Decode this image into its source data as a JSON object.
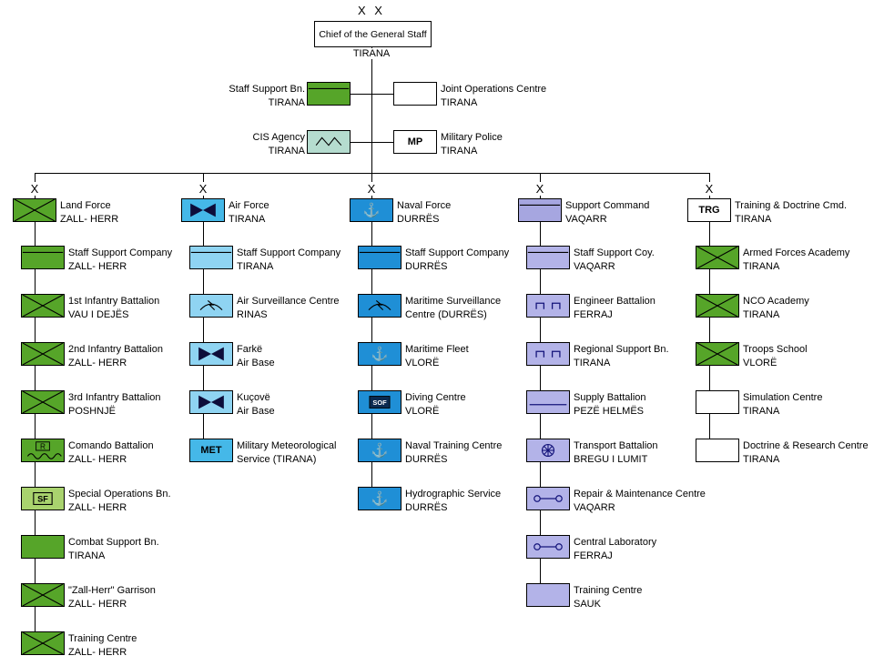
{
  "root": {
    "echelon": "X X",
    "name": "Chief of the General Staff",
    "loc": "TIRANA"
  },
  "level2": [
    {
      "name": "Staff Support Bn.",
      "loc": "TIRANA",
      "side": "left",
      "color": "#56a529",
      "symbol": "staff-bar"
    },
    {
      "name": "Joint Operations Centre",
      "loc": "TIRANA",
      "side": "right",
      "color": "#ffffff",
      "symbol": "plain"
    },
    {
      "name": "CIS Agency",
      "loc": "TIRANA",
      "side": "left",
      "color": "#b5dccf",
      "symbol": "zigzag"
    },
    {
      "name": "Military Police",
      "loc": "TIRANA",
      "side": "right",
      "color": "#ffffff",
      "symbol": "label",
      "text": "MP"
    }
  ],
  "columns": [
    {
      "echelon": "X",
      "header": {
        "name": "Land Force",
        "loc": "ZALL- HERR",
        "color": "#56a529",
        "symbol": "x-diagonals"
      },
      "units": [
        {
          "name": "Staff Support Company",
          "loc": "ZALL- HERR",
          "color": "#56a529",
          "symbol": "staff-bar"
        },
        {
          "name": "1st Infantry Battalion",
          "loc": "VAU I DEJËS",
          "color": "#56a529",
          "symbol": "x-diagonals"
        },
        {
          "name": "2nd Infantry Battalion",
          "loc": "ZALL- HERR",
          "color": "#56a529",
          "symbol": "x-diagonals"
        },
        {
          "name": "3rd Infantry Battalion",
          "loc": "POSHNJË",
          "color": "#56a529",
          "symbol": "x-diagonals"
        },
        {
          "name": "Comando Battalion",
          "loc": "ZALL- HERR",
          "color": "#56a529",
          "symbol": "commando"
        },
        {
          "name": "Special Operations Bn.",
          "loc": "ZALL- HERR",
          "color": "#a9d36e",
          "symbol": "sf-badge"
        },
        {
          "name": "Combat Support Bn.",
          "loc": "TIRANA",
          "color": "#56a529",
          "symbol": "plain"
        },
        {
          "name": "\"Zall-Herr\" Garrison",
          "loc": "ZALL- HERR",
          "color": "#56a529",
          "symbol": "x-diagonals"
        },
        {
          "name": "Training Centre",
          "loc": "ZALL- HERR",
          "color": "#56a529",
          "symbol": "x-diagonals"
        }
      ]
    },
    {
      "echelon": "X",
      "header": {
        "name": "Air Force",
        "loc": "TIRANA",
        "color": "#45b8e8",
        "symbol": "bowtie"
      },
      "units": [
        {
          "name": "Staff Support Company",
          "loc": "TIRANA",
          "color": "#8fd4f2",
          "symbol": "staff-bar"
        },
        {
          "name": "Air Surveillance Centre",
          "loc": "RINAS",
          "color": "#8fd4f2",
          "symbol": "radar"
        },
        {
          "name": "Farkë",
          "loc": "Air Base",
          "color": "#8fd4f2",
          "symbol": "bowtie"
        },
        {
          "name": "Kuçovë",
          "loc": "Air Base",
          "color": "#8fd4f2",
          "symbol": "bowtie"
        },
        {
          "name": "Military Meteorological",
          "loc": "Service (TIRANA)",
          "color": "#45b8e8",
          "symbol": "label",
          "text": "MET"
        }
      ]
    },
    {
      "echelon": "X",
      "header": {
        "name": "Naval Force",
        "loc": "DURRËS",
        "color": "#1f8fd6",
        "symbol": "anchor"
      },
      "units": [
        {
          "name": "Staff Support Company",
          "loc": "DURRËS",
          "color": "#1f8fd6",
          "symbol": "staff-bar"
        },
        {
          "name": "Maritime Surveillance",
          "loc": "Centre (DURRËS)",
          "color": "#1f8fd6",
          "symbol": "radar"
        },
        {
          "name": "Maritime Fleet",
          "loc": "VLORË",
          "color": "#1f8fd6",
          "symbol": "anchor"
        },
        {
          "name": "Diving Centre",
          "loc": "VLORË",
          "color": "#1f8fd6",
          "symbol": "sof-badge"
        },
        {
          "name": "Naval Training Centre",
          "loc": "DURRËS",
          "color": "#1f8fd6",
          "symbol": "anchor"
        },
        {
          "name": "Hydrographic Service",
          "loc": "DURRËS",
          "color": "#1f8fd6",
          "symbol": "anchor"
        }
      ]
    },
    {
      "echelon": "X",
      "header": {
        "name": "Support Command",
        "loc": "VAQARR",
        "color": "#a6a6e0",
        "symbol": "staff-bar"
      },
      "units": [
        {
          "name": "Staff Support Coy.",
          "loc": "VAQARR",
          "color": "#b3b3e8",
          "symbol": "staff-bar"
        },
        {
          "name": "Engineer Battalion",
          "loc": "FERRAJ",
          "color": "#b3b3e8",
          "symbol": "bridge"
        },
        {
          "name": "Regional Support Bn.",
          "loc": "TIRANA",
          "color": "#b3b3e8",
          "symbol": "bridge"
        },
        {
          "name": "Supply Battalion",
          "loc": "PEZË HELMËS",
          "color": "#b3b3e8",
          "symbol": "supply-bar"
        },
        {
          "name": "Transport Battalion",
          "loc": "BREGU I LUMIT",
          "color": "#b3b3e8",
          "symbol": "wheel"
        },
        {
          "name": "Repair & Maintenance Centre",
          "loc": "VAQARR",
          "color": "#b3b3e8",
          "symbol": "wrench"
        },
        {
          "name": "Central Laboratory",
          "loc": "FERRAJ",
          "color": "#b3b3e8",
          "symbol": "wrench"
        },
        {
          "name": "Training Centre",
          "loc": "SAUK",
          "color": "#b3b3e8",
          "symbol": "plain"
        }
      ]
    },
    {
      "echelon": "X",
      "header": {
        "name": "Training & Doctrine Cmd.",
        "loc": "TIRANA",
        "color": "#ffffff",
        "symbol": "label",
        "text": "TRG"
      },
      "units": [
        {
          "name": "Armed Forces Academy",
          "loc": "TIRANA",
          "color": "#56a529",
          "symbol": "x-diagonals"
        },
        {
          "name": "NCO Academy",
          "loc": "TIRANA",
          "color": "#56a529",
          "symbol": "x-diagonals"
        },
        {
          "name": "Troops School",
          "loc": "VLORË",
          "color": "#56a529",
          "symbol": "x-diagonals"
        },
        {
          "name": "Simulation Centre",
          "loc": "TIRANA",
          "color": "#ffffff",
          "symbol": "plain"
        },
        {
          "name": "Doctrine & Research Centre",
          "loc": "TIRANA",
          "color": "#ffffff",
          "symbol": "plain"
        }
      ]
    }
  ]
}
